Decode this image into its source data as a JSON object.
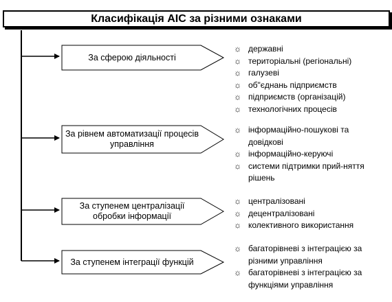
{
  "title": "Класифікація АІС за різними ознаками",
  "bullet_icon": "sun-icon",
  "categories": [
    {
      "label": "За сферою діяльності",
      "items": [
        "державні",
        "територіальні (регіональні)",
        "галузеві",
        "об\"єднань підприємств",
        "підприємств (організацій)",
        "технологічних процесів"
      ]
    },
    {
      "label": "За рівнем автоматизації процесів управління",
      "items": [
        "інформаційно-пошукові та довідкові",
        "інформаційно-керуючі",
        "системи підтримки прий-няття рішень"
      ]
    },
    {
      "label": "За ступенем централізації обробки інформації",
      "items": [
        "централізовані",
        "децентралізовані",
        "колективного використання"
      ]
    },
    {
      "label": "За ступенем інтеграції функцій",
      "items": [
        "багаторівневі з інтеграцією за різними управління",
        "багаторівневі з інтеграцією за функціями управління"
      ]
    }
  ]
}
